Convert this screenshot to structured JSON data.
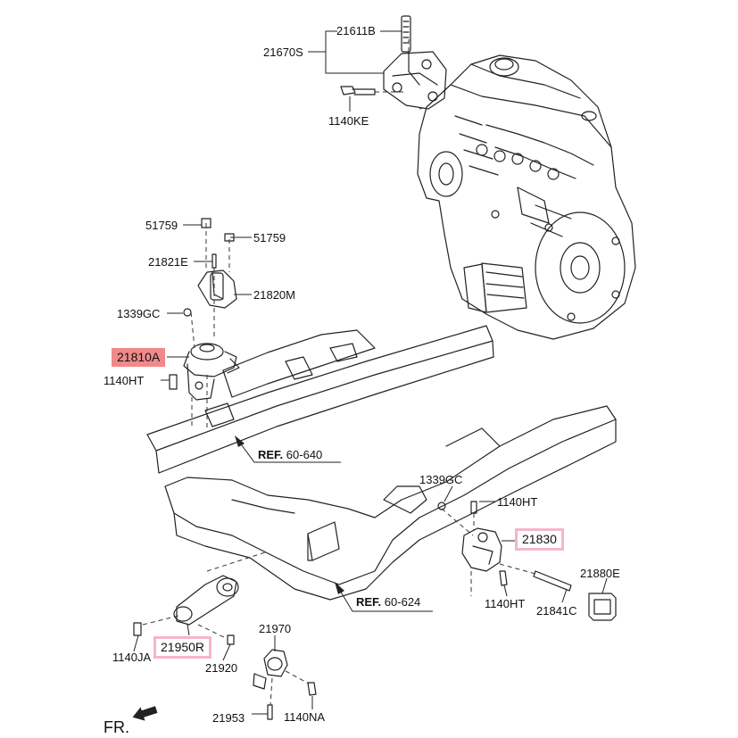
{
  "labels": {
    "p21611B": "21611B",
    "p21670S": "21670S",
    "p1140KE": "1140KE",
    "p51759a": "51759",
    "p51759b": "51759",
    "p21821E": "21821E",
    "p21820M": "21820M",
    "p1339GCa": "1339GC",
    "p21810A": "21810A",
    "p1140HTa": "1140HT",
    "p1339GCb": "1339GC",
    "p1140HTb": "1140HT",
    "p21830": "21830",
    "p21880E": "21880E",
    "p1140HTc": "1140HT",
    "p21841C": "21841C",
    "p1140JA": "1140JA",
    "p21950R": "21950R",
    "p21920": "21920",
    "p21970": "21970",
    "p21953": "21953",
    "p1140NA": "1140NA"
  },
  "refs": {
    "ref1_prefix": "REF.",
    "ref1_code": "60-640",
    "ref2_prefix": "REF.",
    "ref2_code": "60-624"
  },
  "direction": {
    "fr": "FR."
  },
  "highlight_colors": {
    "selected": "#f08a8a",
    "related": "#f4b6c8"
  }
}
